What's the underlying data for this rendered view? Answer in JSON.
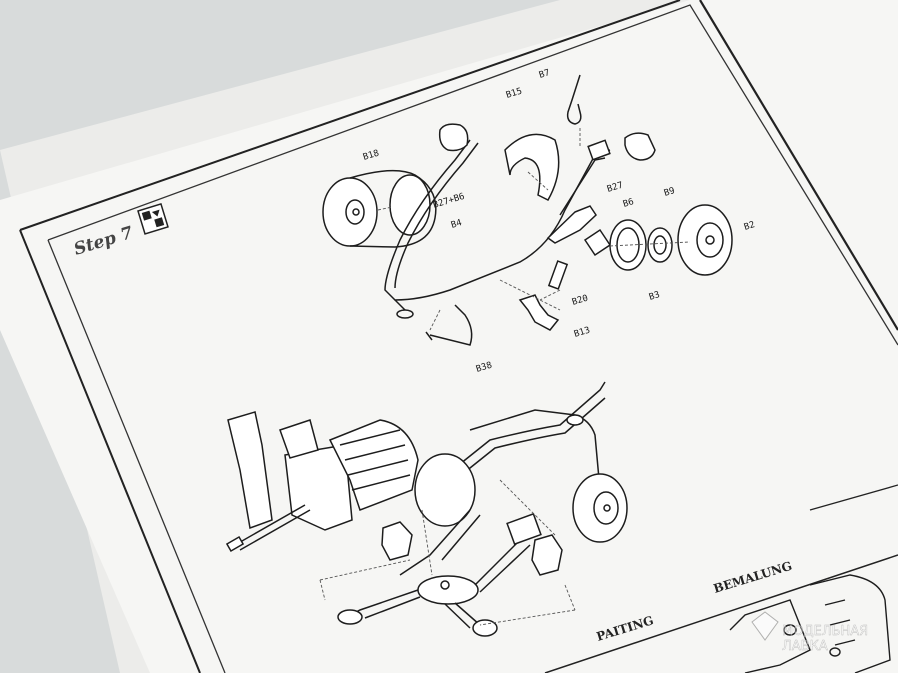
{
  "document": {
    "step_label": "Step 7",
    "sections": {
      "painting": "PAITING",
      "bemalung": "BEMALUNG"
    },
    "watermark": {
      "line1": "МОДЕЛЬНАЯ",
      "line2": "ЛАВКА"
    },
    "part_callouts": [
      "B18",
      "B7",
      "B15",
      "B27+B6",
      "B4",
      "B27",
      "B6",
      "B9",
      "B2",
      "B20",
      "B3",
      "B13",
      "B38"
    ]
  },
  "colors": {
    "paper": "#f6f6f4",
    "ink": "#1d1d1d",
    "background": "#d9dcdc"
  }
}
